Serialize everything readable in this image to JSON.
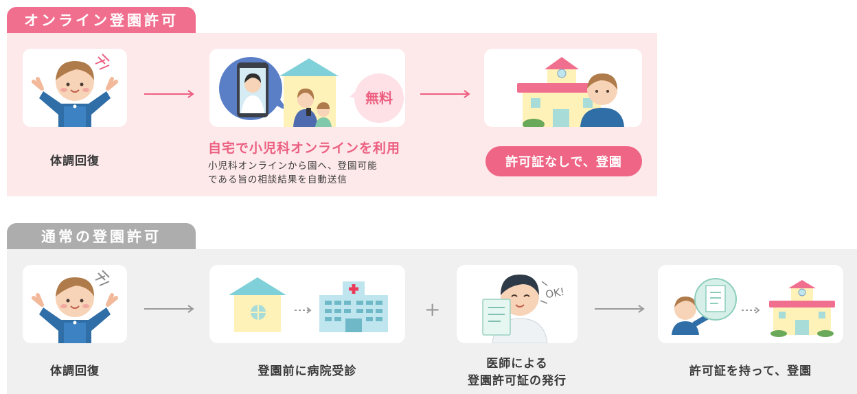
{
  "online": {
    "title": "オンライン登園許可",
    "step1_label": "体調回復",
    "free_badge": "無料",
    "step2_headline": "自宅で小児科オンラインを利用",
    "step2_desc_line1": "小児科オンラインから園へ、登園可能",
    "step2_desc_line2": "である旨の相談結果を自動送信",
    "step3_pill": "許可証なしで、登園"
  },
  "normal": {
    "title": "通常の登園許可",
    "step1_label": "体調回復",
    "step2_label": "登園前に病院受診",
    "plus": "+",
    "step3_label_line1": "医師による",
    "step3_label_line2": "登園許可証の発行",
    "step4_label": "許可証を持って、登園",
    "ok_text": "OK!"
  },
  "colors": {
    "accent": "#f16f8e",
    "pink_bg": "#fde8ea",
    "gray_tab": "#adadad",
    "gray_bg": "#f0f0f0"
  }
}
